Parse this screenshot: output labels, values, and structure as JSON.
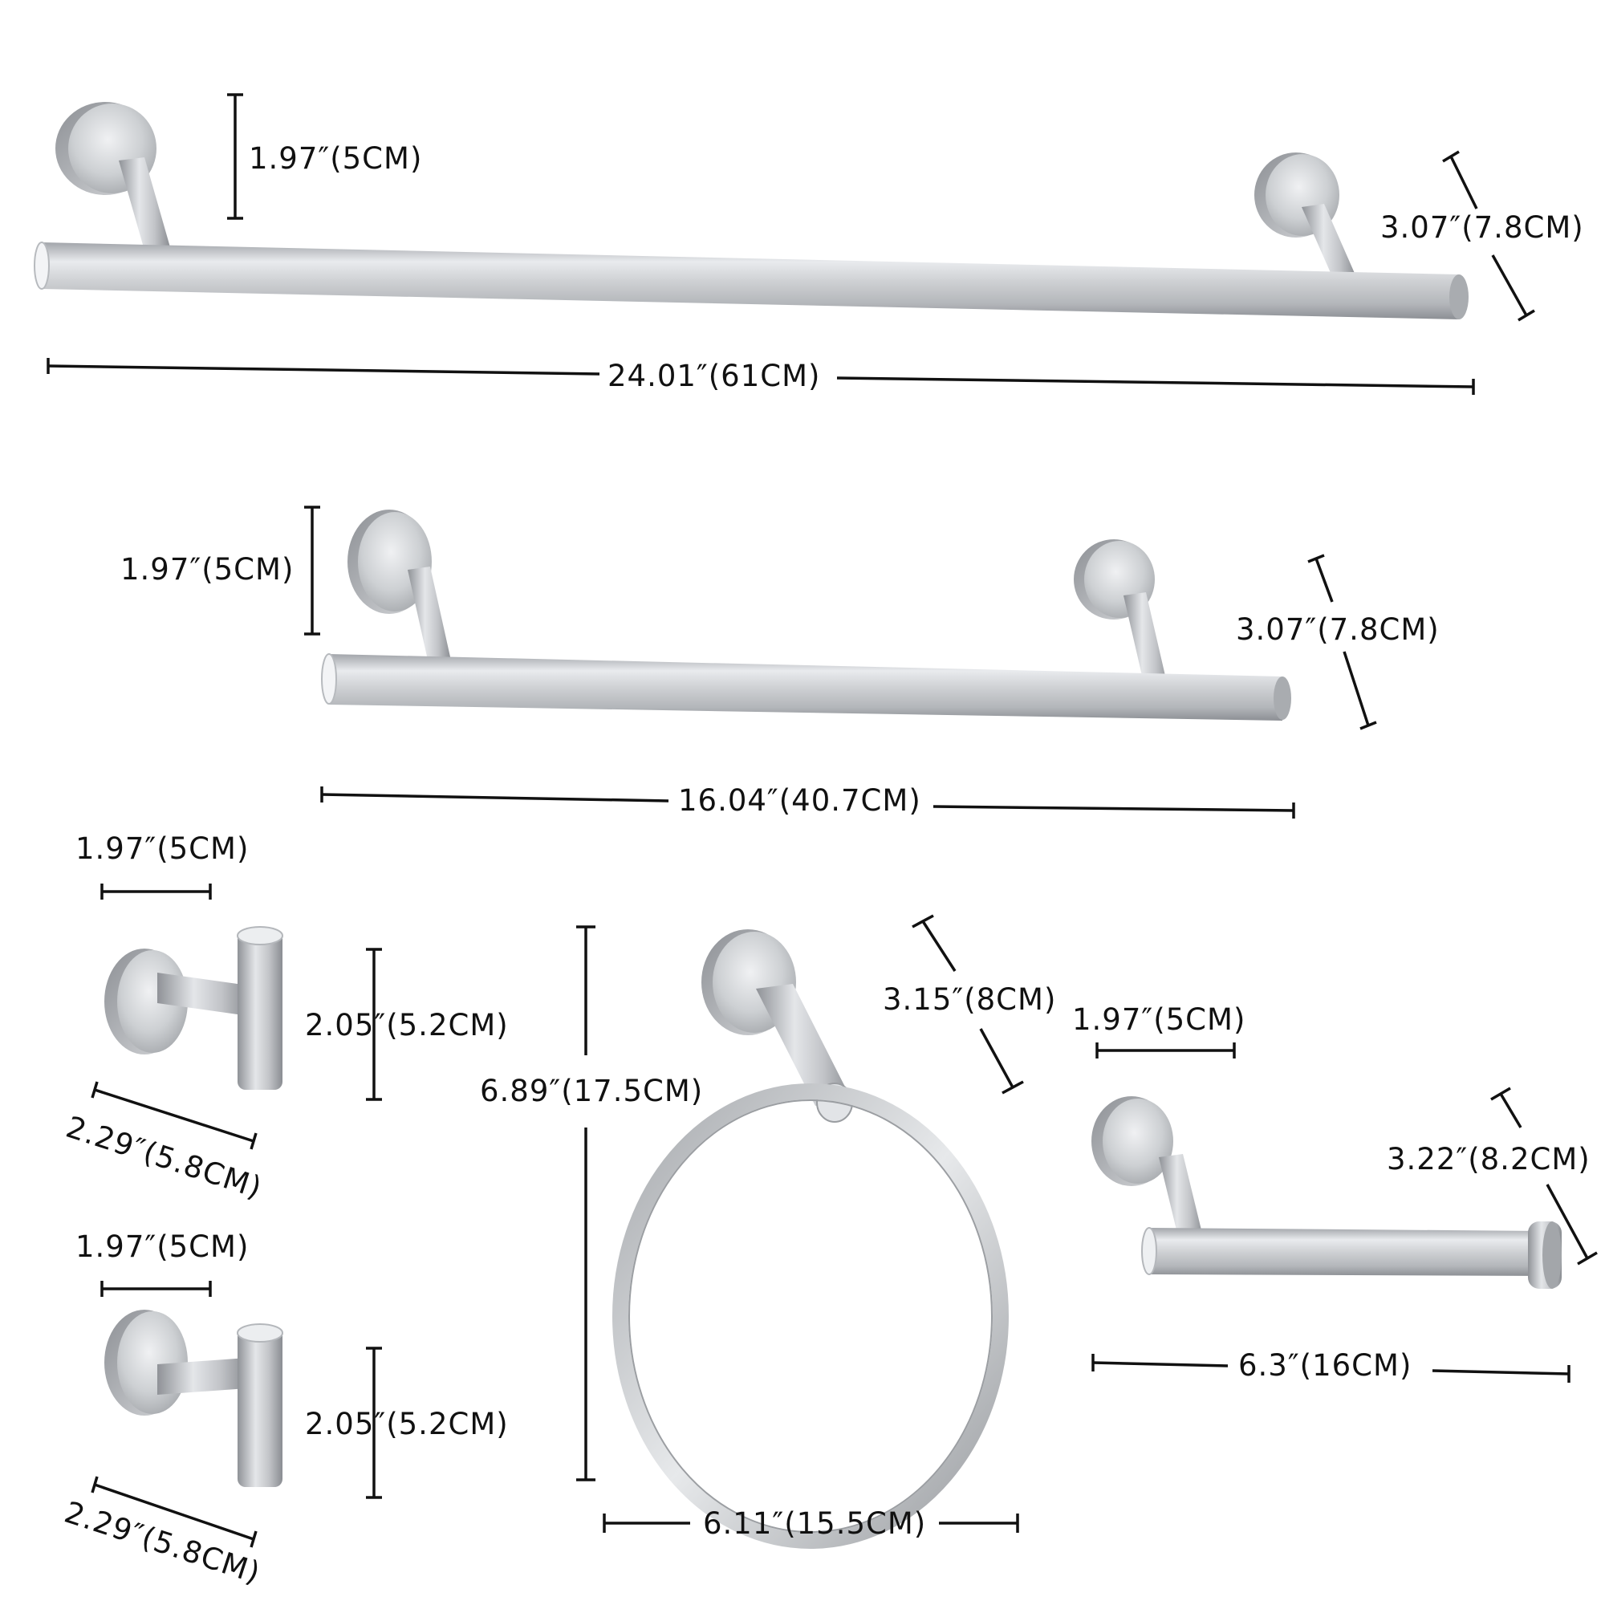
{
  "colors": {
    "metal_dark": "#8e9196",
    "metal_mid": "#c9cbce",
    "metal_light": "#eef0f2",
    "line": "#111111",
    "background": "#ffffff"
  },
  "products": {
    "towel_bar_24": {
      "name": "towel-bar-24",
      "dims": {
        "post_height": "1.97″(5CM)",
        "projection": "3.07″(7.8CM)",
        "length": "24.01″(61CM)"
      }
    },
    "towel_bar_16": {
      "name": "towel-bar-16",
      "dims": {
        "post_height": "1.97″(5CM)",
        "projection": "3.07″(7.8CM)",
        "length": "16.04″(40.7CM)"
      }
    },
    "robe_hook_1": {
      "name": "robe-hook-1",
      "dims": {
        "base_width": "1.97″(5CM)",
        "height": "2.05″(5.2CM)",
        "projection": "2.29″(5.8CM)"
      }
    },
    "robe_hook_2": {
      "name": "robe-hook-2",
      "dims": {
        "base_width": "1.97″(5CM)",
        "height": "2.05″(5.2CM)",
        "projection": "2.29″(5.8CM)"
      }
    },
    "towel_ring": {
      "name": "towel-ring",
      "dims": {
        "height": "6.89″(17.5CM)",
        "projection": "3.15″(8CM)",
        "width": "6.11″(15.5CM)"
      }
    },
    "toilet_paper_holder": {
      "name": "toilet-paper-holder",
      "dims": {
        "base_width": "1.97″(5CM)",
        "projection": "3.22″(8.2CM)",
        "length": "6.3″(16CM)"
      }
    }
  }
}
